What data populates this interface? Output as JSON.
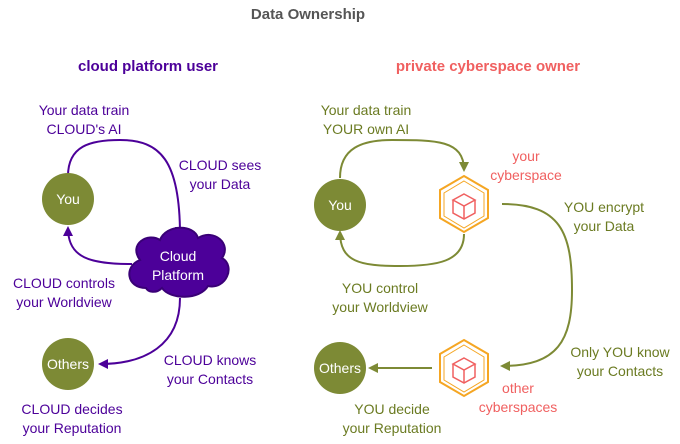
{
  "title": "Data Ownership",
  "left": {
    "heading": "cloud platform user",
    "train_line1": "Your data train",
    "train_line2": "CLOUD's AI",
    "sees_line1": "CLOUD sees",
    "sees_line2": "your Data",
    "you_label": "You",
    "cloud_line1": "Cloud",
    "cloud_line2": "Platform",
    "controls_line1": "CLOUD controls",
    "controls_line2": "your Worldview",
    "others_label": "Others",
    "knows_line1": "CLOUD knows",
    "knows_line2": "your Contacts",
    "decides_line1": "CLOUD decides",
    "decides_line2": "your Reputation"
  },
  "right": {
    "heading": "private cyberspace owner",
    "train_line1": "Your data train",
    "train_line2": "YOUR own AI",
    "cyber_line1": "your",
    "cyber_line2": "cyberspace",
    "you_label": "You",
    "encrypt_line1": "YOU encrypt",
    "encrypt_line2": "your Data",
    "control_line1": "YOU control",
    "control_line2": "your Worldview",
    "know_line1": "Only YOU know",
    "know_line2": "your Contacts",
    "others_label": "Others",
    "other_line1": "other",
    "other_line2": "cyberspaces",
    "decide_line1": "YOU decide",
    "decide_line2": "your Reputation"
  },
  "colors": {
    "title": "#555555",
    "purple": "#4c0099",
    "olive": "#7d8a35",
    "olive_text": "#6b7b22",
    "coral": "#f06060",
    "orange": "#f5a623"
  }
}
